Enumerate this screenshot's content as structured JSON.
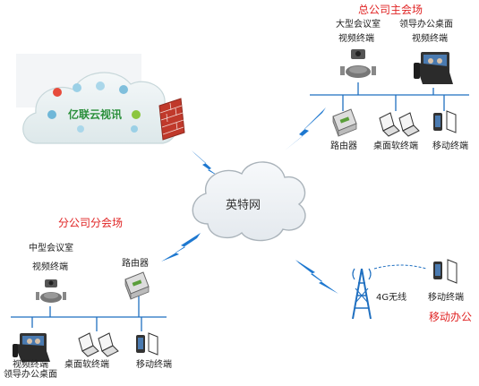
{
  "hq": {
    "title": "总公司主会场",
    "large_room": "大型会议室",
    "large_room_terminal": "视频终端",
    "exec_desktop": "领导办公桌面",
    "exec_desktop_terminal": "视频终端",
    "router": "路由器",
    "desktop_soft": "桌面软终端",
    "mobile": "移动终端"
  },
  "cloud_service": {
    "name": "亿联云视讯"
  },
  "internet": {
    "name": "英特网"
  },
  "branch": {
    "title": "分公司分会场",
    "medium_room": "中型会议室",
    "medium_room_terminal": "视频终端",
    "router": "路由器",
    "video_terminal": "视频终端",
    "exec_desktop": "领导办公桌面",
    "desktop_soft": "桌面软终端",
    "mobile": "移动终端"
  },
  "mobile_office": {
    "title": "移动办公",
    "network": "4G无线",
    "terminal": "移动终端"
  },
  "colors": {
    "line": "#1f6fc0",
    "lightning": "#1e78d0",
    "site_title": "#e02424",
    "brand": "#2a8f3a",
    "firewall": "#c0392b"
  }
}
